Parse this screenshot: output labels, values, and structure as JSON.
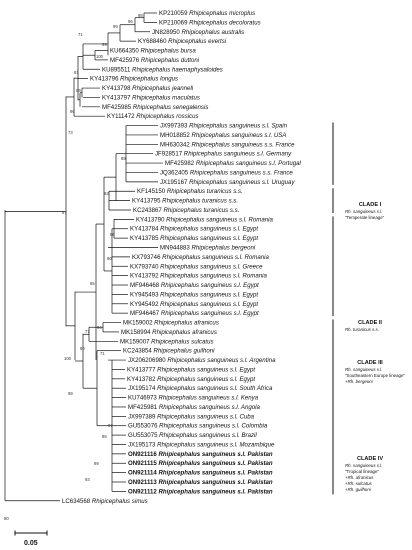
{
  "leaves": [
    {
      "acc": "KP210059",
      "sp": "Rhipicephalus microplus",
      "bold": false
    },
    {
      "acc": "KP210069",
      "sp": "Rhipicephalus decoloratus",
      "bold": false
    },
    {
      "acc": "JN828950",
      "sp": "Rhipicephalus australis",
      "bold": false
    },
    {
      "acc": "KY688460",
      "sp": "Rhipicephalus evertsi",
      "bold": false
    },
    {
      "acc": "KU664350",
      "sp": "Rhipicephalus bursa",
      "bold": false
    },
    {
      "acc": "MF425976",
      "sp": "Rhipicephalus duttoni",
      "bold": false
    },
    {
      "acc": "KU895511",
      "sp": "Rhipicephalus haemaphysaloides",
      "bold": false
    },
    {
      "acc": "KY413796",
      "sp": "Rhipicephalus longus",
      "bold": false
    },
    {
      "acc": "KY413798",
      "sp": "Rhipicephalus jeanneli",
      "bold": false
    },
    {
      "acc": "KY413797",
      "sp": "Rhipicephalus maculatus",
      "bold": false
    },
    {
      "acc": "MF425985",
      "sp": "Rhipicephalus senegalensis",
      "bold": false
    },
    {
      "acc": "KY111472",
      "sp": "Rhipicephalus rossicus",
      "bold": false
    },
    {
      "acc": "JX997393",
      "sp": "Rhipicephalus sanguineus s.l. Spain",
      "bold": false
    },
    {
      "acc": "MH018852",
      "sp": "Rhipicephalus sanguineus s.l. USA",
      "bold": false
    },
    {
      "acc": "MH630342",
      "sp": "Rhipicephalus sanguineus s.s. France",
      "bold": false
    },
    {
      "acc": "JF928517",
      "sp": "Rhipicephalus sanguineus s.l. Germany",
      "bold": false
    },
    {
      "acc": "MF425982",
      "sp": "Rhipicephalus sanguineus s.l. Portugal",
      "bold": false
    },
    {
      "acc": "JQ362405",
      "sp": "Rhipicephalus sanguineus s.s. France",
      "bold": false
    },
    {
      "acc": "JX195167",
      "sp": "Rhipicephalus sanguineus s.l. Uruguay",
      "bold": false
    },
    {
      "acc": "KF145150",
      "sp": "Rhipicephalus turanicus s.s.",
      "bold": false
    },
    {
      "acc": "KY413795",
      "sp": "Rhipicephalus turanicus s.s.",
      "bold": false
    },
    {
      "acc": "KC243867",
      "sp": "Rhipicephalus turanicus s.s.",
      "bold": false
    },
    {
      "acc": "KY413790",
      "sp": "Rhipicephalus sanguineus s.l. Romania",
      "bold": false
    },
    {
      "acc": "KY413784",
      "sp": "Rhipicephalus sanguineus s.l. Egypt",
      "bold": false
    },
    {
      "acc": "KY413785",
      "sp": "Rhipicephalus sanguineus s.l. Egypt",
      "bold": false
    },
    {
      "acc": "MN944883",
      "sp": "Rhipicephalus bergeoni",
      "bold": false
    },
    {
      "acc": "KX793746",
      "sp": "Rhipicephalus sanguineus s.l. Romania",
      "bold": false
    },
    {
      "acc": "KX793740",
      "sp": "Rhipicephalus sanguineus s.l. Greece",
      "bold": false
    },
    {
      "acc": "KY413792",
      "sp": "Rhipicephalus sanguineus s.l. Romania",
      "bold": false
    },
    {
      "acc": "MF946468",
      "sp": "Rhipicephalus sanguineus s.l. Egypt",
      "bold": false
    },
    {
      "acc": "KY945493",
      "sp": "Rhipicephalus sanguineus s.l. Egypt",
      "bold": false
    },
    {
      "acc": "KY945492",
      "sp": "Rhipicephalus sanguineus s.l. Egypt",
      "bold": false
    },
    {
      "acc": "MF946467",
      "sp": "Rhipicephalus sanguineus s.l. Egypt",
      "bold": false
    },
    {
      "acc": "MK159002",
      "sp": "Rhipicephalus afranicus",
      "bold": false
    },
    {
      "acc": "MK158994",
      "sp": "Rhipicephalus afranicus",
      "bold": false
    },
    {
      "acc": "MK159007",
      "sp": "Rhipicephalus sulcatus",
      "bold": false
    },
    {
      "acc": "KC243854",
      "sp": "Rhipicephalus guilhoni",
      "bold": false
    },
    {
      "acc": "JX206206980",
      "sp": "Rhipicephalus sanguineus s.l. Argentina",
      "bold": false
    },
    {
      "acc": "KY413777",
      "sp": "Rhipicephalus sanguineus s.l. Egypt",
      "bold": false
    },
    {
      "acc": "KY413782",
      "sp": "Rhipicephalus sanguineus s.l. Egypt",
      "bold": false
    },
    {
      "acc": "JX195174",
      "sp": "Rhipicephalus sanguineus s.l. South Africa",
      "bold": false
    },
    {
      "acc": "KU746973",
      "sp": "Rhipicephalus sanguineus s.l. Kenya",
      "bold": false
    },
    {
      "acc": "MF425981",
      "sp": "Rhipicephalus sanguineus s.l. Angola",
      "bold": false
    },
    {
      "acc": "JX997389",
      "sp": "Rhipicephalus sanguineus s.l. Cuba",
      "bold": false
    },
    {
      "acc": "GU553076",
      "sp": "Rhipicephalus sanguineus s.l. Colombia",
      "bold": false
    },
    {
      "acc": "GU553075",
      "sp": "Rhipicephalus sanguineus s.l. Brazil",
      "bold": false
    },
    {
      "acc": "JX195173",
      "sp": "Rhipicephalus sanguineus s.l. Mozambique",
      "bold": false
    },
    {
      "acc": "ON921116",
      "sp": "Rhipicephalus sanguineus s.l. Pakistan",
      "bold": true
    },
    {
      "acc": "ON921115",
      "sp": "Rhipicephalus sanguineus s.l. Pakistan",
      "bold": true
    },
    {
      "acc": "ON921114",
      "sp": "Rhipicephalus sanguineus s.l. Pakistan",
      "bold": true
    },
    {
      "acc": "ON921113",
      "sp": "Rhipicephalus sanguineus s.l. Pakistan",
      "bold": true
    },
    {
      "acc": "ON921112",
      "sp": "Rhipicephalus sanguineus s.l. Pakistan",
      "bold": true
    },
    {
      "acc": "LC634568",
      "sp": "Rhipicephalus simus",
      "bold": false
    }
  ],
  "clades": [
    {
      "title": "CLADE I",
      "desc": [
        "Rh. sanguineus s.l.",
        "\"Temperate lineage\""
      ]
    },
    {
      "title": "CLADE II",
      "desc": [
        "Rh. turanicus s.s."
      ]
    },
    {
      "title": "CLADE III",
      "desc": [
        "Rh. sanguineus s.l.",
        "\"Southeastern Europe lineage\"",
        "+Rh. bergeoni"
      ]
    },
    {
      "title": "CLADE IV",
      "desc": [
        "Rh. sanguineus s.l.",
        "\"Tropical lineage\"",
        "+Rh. afranicus",
        "+Rh. sulcatus",
        "+Rh. guilhoni"
      ]
    }
  ],
  "bootstrap": [
    "98",
    "96",
    "99",
    "100",
    "99",
    "71",
    "91",
    "99",
    "96",
    "73",
    "89",
    "92",
    "97",
    "96",
    "80",
    "85",
    "94",
    "77",
    "71",
    "100",
    "80",
    "99",
    "97",
    "88",
    "93",
    "80",
    "99"
  ],
  "scale_bar": {
    "label": "0.05"
  }
}
